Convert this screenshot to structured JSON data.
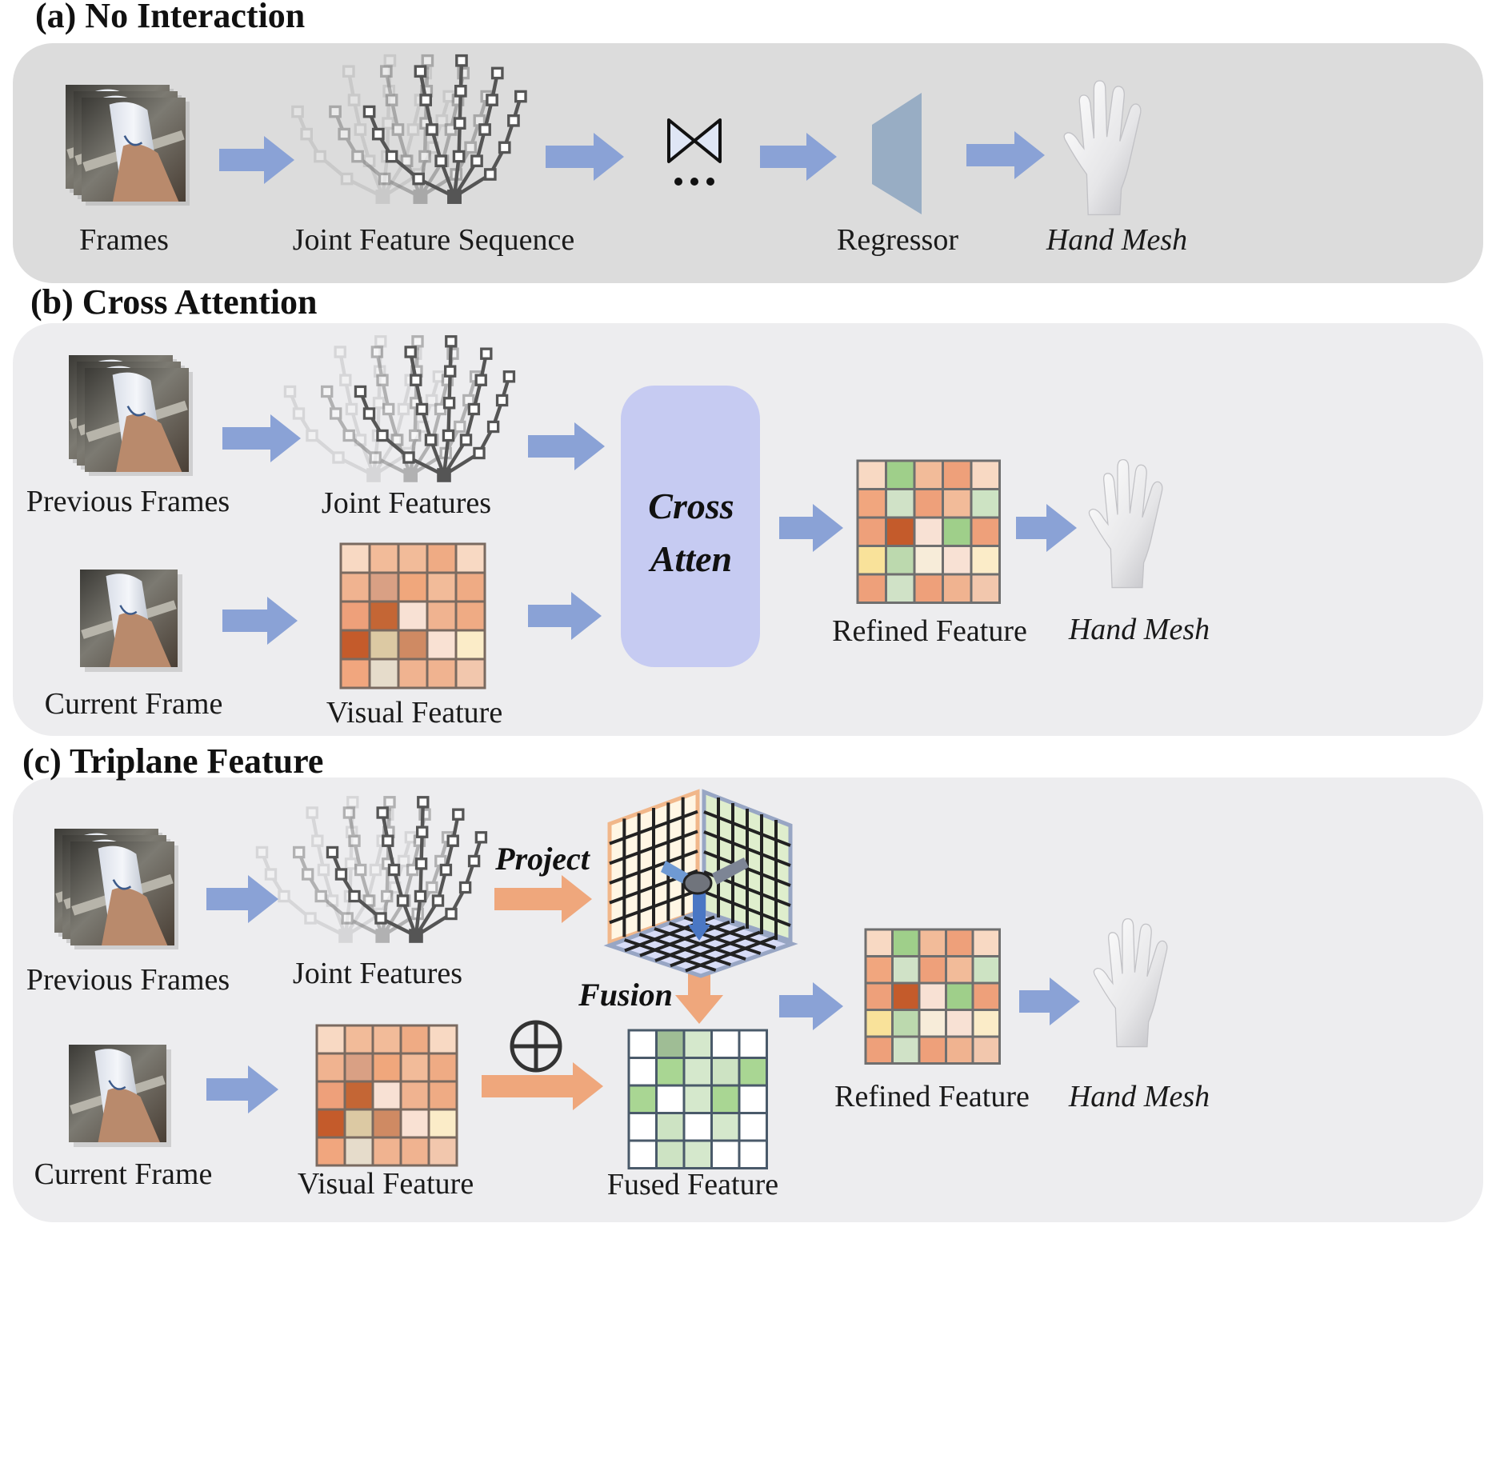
{
  "panels": {
    "a": {
      "title": "(a) No Interaction",
      "labels": {
        "frames": "Frames",
        "joint_sequence": "Joint Feature Sequence",
        "regressor": "Regressor",
        "hand_mesh": "Hand Mesh"
      }
    },
    "b": {
      "title": "(b) Cross Attention",
      "labels": {
        "previous_frames": "Previous Frames",
        "joint_features": "Joint Features",
        "current_frame": "Current Frame",
        "visual_feature": "Visual Feature",
        "refined_feature": "Refined Feature",
        "hand_mesh": "Hand Mesh"
      },
      "cross_atten": {
        "line1": "Cross",
        "line2": "Atten"
      }
    },
    "c": {
      "title": "(c) Triplane Feature",
      "labels": {
        "previous_frames": "Previous Frames",
        "joint_features": "Joint Features",
        "current_frame": "Current Frame",
        "visual_feature": "Visual Feature",
        "fused_feature": "Fused Feature",
        "refined_feature": "Refined Feature",
        "hand_mesh": "Hand Mesh"
      },
      "ops": {
        "project": "Project",
        "fusion": "Fusion"
      }
    }
  },
  "colors": {
    "panel_a_bg": "#dcdcdc",
    "panel_bc_bg": "#ededef",
    "arrow_blue": "#8aa2d6",
    "arrow_orange": "#efa77c",
    "cross_atten_box": "#c6cbf2",
    "regressor": "#98adc4"
  },
  "grids": {
    "visual_b": [
      [
        "#f8d9c3",
        "#f2bb99",
        "#f2bb99",
        "#efab84",
        "#f8d9c3"
      ],
      [
        "#f0b390",
        "#d9a084",
        "#f0a77c",
        "#f2bb99",
        "#efab84"
      ],
      [
        "#eea07a",
        "#c46635",
        "#f8e1d4",
        "#f0b390",
        "#efab84"
      ],
      [
        "#c45b2b",
        "#dcc9a3",
        "#cf8a63",
        "#f9e1d3",
        "#fbecc8"
      ],
      [
        "#f1a67e",
        "#e6dccb",
        "#f0b390",
        "#f0b390",
        "#f2c7ad"
      ]
    ],
    "refined_b": [
      [
        "#f8d9c3",
        "#9fcf8a",
        "#f2bb99",
        "#eea07a",
        "#f8d9c3"
      ],
      [
        "#f1a67e",
        "#d0e2c7",
        "#eea07a",
        "#f2bb99",
        "#cde3c3"
      ],
      [
        "#eea07a",
        "#c45b2b",
        "#f8e1d4",
        "#9fcf8a",
        "#eea07a"
      ],
      [
        "#f9e29a",
        "#bcd9ae",
        "#f7ecd9",
        "#f8e1d4",
        "#fbecc8"
      ],
      [
        "#eea07a",
        "#d0e2c7",
        "#eea07a",
        "#f0b390",
        "#f2c7ad"
      ]
    ],
    "visual_c": [
      [
        "#f8d9c3",
        "#f2bb99",
        "#f2bb99",
        "#efab84",
        "#f8d9c3"
      ],
      [
        "#f0b390",
        "#d9a084",
        "#f0a77c",
        "#f2bb99",
        "#efab84"
      ],
      [
        "#eea07a",
        "#c46635",
        "#f8e1d4",
        "#f0b390",
        "#efab84"
      ],
      [
        "#c45b2b",
        "#dcc9a3",
        "#cf8a63",
        "#f9e1d3",
        "#fbecc8"
      ],
      [
        "#f1a67e",
        "#e6dccb",
        "#f0b390",
        "#f0b390",
        "#f2c7ad"
      ]
    ],
    "fused_c": [
      [
        "#ffffff",
        "#9fbd95",
        "#d5e8cc",
        "#ffffff",
        "#ffffff"
      ],
      [
        "#ffffff",
        "#a9d693",
        "#d5e8cc",
        "#cde3c3",
        "#a9d693"
      ],
      [
        "#a9d693",
        "#ffffff",
        "#d5e8cc",
        "#a9d693",
        "#ffffff"
      ],
      [
        "#ffffff",
        "#cde3c3",
        "#ffffff",
        "#d5e8cc",
        "#ffffff"
      ],
      [
        "#ffffff",
        "#cde3c3",
        "#d5e8cc",
        "#ffffff",
        "#ffffff"
      ]
    ],
    "refined_c": [
      [
        "#f8d9c3",
        "#9fcf8a",
        "#f2bb99",
        "#eea07a",
        "#f8d9c3"
      ],
      [
        "#f1a67e",
        "#d0e2c7",
        "#eea07a",
        "#f2bb99",
        "#cde3c3"
      ],
      [
        "#eea07a",
        "#c45b2b",
        "#f8e1d4",
        "#9fcf8a",
        "#eea07a"
      ],
      [
        "#f9e29a",
        "#bcd9ae",
        "#f7ecd9",
        "#f8e1d4",
        "#fbecc8"
      ],
      [
        "#eea07a",
        "#d0e2c7",
        "#eea07a",
        "#f0b390",
        "#f2c7ad"
      ]
    ]
  }
}
